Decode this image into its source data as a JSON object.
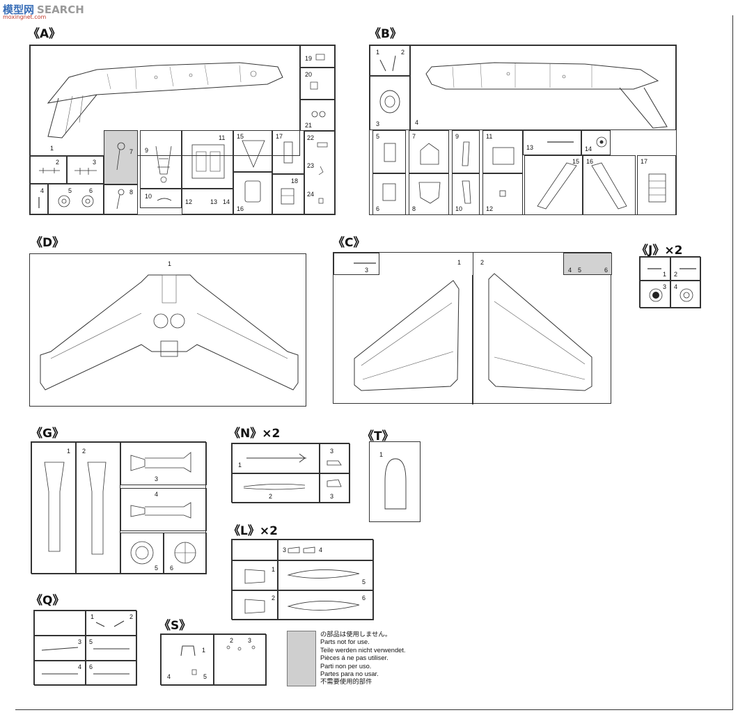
{
  "watermark": {
    "brand": "模型网",
    "search": "SEARCH",
    "site": "moxingnet.com"
  },
  "sprues": {
    "A": {
      "label": "《A》",
      "parts": [
        "1",
        "2",
        "3",
        "4",
        "5",
        "6",
        "7",
        "8",
        "9",
        "10",
        "11",
        "12",
        "13",
        "14",
        "15",
        "16",
        "17",
        "18",
        "19",
        "20",
        "21",
        "22",
        "23",
        "24"
      ]
    },
    "B": {
      "label": "《B》",
      "parts": [
        "1",
        "2",
        "3",
        "4",
        "5",
        "6",
        "7",
        "8",
        "9",
        "10",
        "11",
        "12",
        "13",
        "14",
        "15",
        "16",
        "17"
      ]
    },
    "D": {
      "label": "《D》",
      "parts": [
        "1"
      ]
    },
    "C": {
      "label": "《C》",
      "parts": [
        "1",
        "2",
        "3",
        "4",
        "5",
        "6"
      ]
    },
    "J": {
      "label": "《J》×2",
      "parts": [
        "1",
        "2",
        "3",
        "4"
      ]
    },
    "G": {
      "label": "《G》",
      "parts": [
        "1",
        "2",
        "3",
        "4",
        "5",
        "6"
      ]
    },
    "N": {
      "label": "《N》×2",
      "parts": [
        "1",
        "2",
        "3",
        "3"
      ]
    },
    "T": {
      "label": "《T》",
      "parts": [
        "1"
      ]
    },
    "L": {
      "label": "《L》×2",
      "parts": [
        "1",
        "2",
        "3",
        "4",
        "5",
        "6"
      ]
    },
    "Q": {
      "label": "《Q》",
      "parts": [
        "1",
        "2",
        "3",
        "4",
        "5",
        "6"
      ]
    },
    "S": {
      "label": "《S》",
      "parts": [
        "1",
        "2",
        "3",
        "4",
        "5"
      ]
    }
  },
  "legend": {
    "lines": [
      "の部品は使用しません。",
      "Parts not for use.",
      "Teile werden nicht verwendet.",
      "Pièces á ne pas utiliser.",
      "Parti non per uso.",
      "Partes para no usar.",
      "不需要使用的部件"
    ],
    "swatch_color": "#cfcfcf"
  },
  "colors": {
    "line": "#333333",
    "shade": "#d2d2d2",
    "logo": "#3a6fb8"
  }
}
